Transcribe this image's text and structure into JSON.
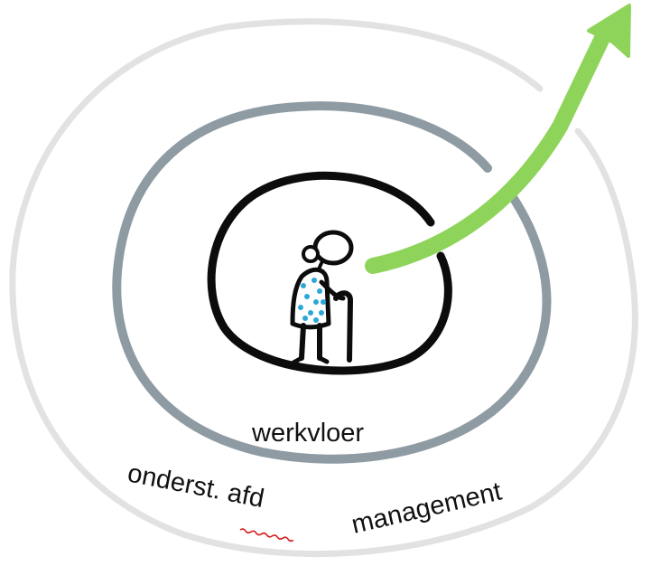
{
  "labels": {
    "inner": "werkvloer",
    "middle": "onderst. afd",
    "outer": "management"
  },
  "colors": {
    "outer_ring": "#e2e2e2",
    "middle_ring": "#8f9ba3",
    "inner_ring": "#0c0c0c",
    "arrow": "#8fd45a",
    "dots": "#2aa7d8",
    "spellcheck_underline": "#d62020"
  },
  "icons": {
    "figure": "elderly-person-with-cane-icon",
    "arrow": "growth-arrow-icon"
  }
}
